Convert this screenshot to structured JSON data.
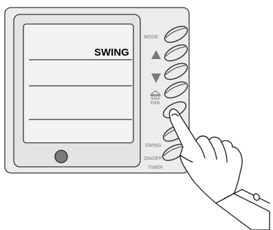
{
  "display": {
    "text": "SWING"
  },
  "buttons": {
    "mode_label": "MODE",
    "fan_label": "FAN",
    "swing_label": "SWING",
    "onoff_label": "ON/OFF",
    "timer_label": "TIMER"
  },
  "icons": {
    "up": "triangle-up-icon",
    "down": "triangle-down-icon",
    "fan": "fan-icon",
    "hand": "pointing-hand-icon"
  },
  "colors": {
    "panel": "#ececec",
    "screen": "#f2f2f2",
    "outline": "#333333",
    "arrow": "#7a7a7a"
  }
}
